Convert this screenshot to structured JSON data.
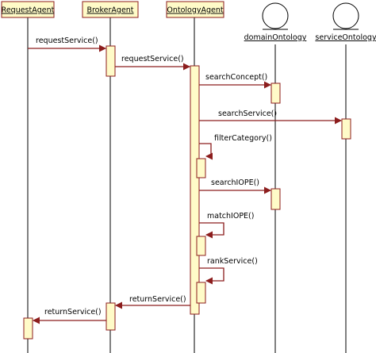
{
  "diagram": {
    "colors": {
      "lifeline": "#000000",
      "activation_fill": "#fffbc8",
      "activation_stroke": "#8c1d1d",
      "message": "#8c1d1d",
      "actor_box_fill": "#fffbc8",
      "actor_box_stroke": "#8c1d1d",
      "entity_fill": "#ffffff",
      "entity_stroke": "#000000",
      "text": "#000000"
    },
    "participants": [
      {
        "id": "request",
        "label": "RequestAgent",
        "kind": "box"
      },
      {
        "id": "broker",
        "label": "BrokerAgent",
        "kind": "box"
      },
      {
        "id": "ontology",
        "label": "OntologyAgent",
        "kind": "box"
      },
      {
        "id": "domain",
        "label": "domainOntology",
        "kind": "entity"
      },
      {
        "id": "service",
        "label": "serviceOntology",
        "kind": "entity"
      }
    ],
    "messages": [
      {
        "label": "requestService()",
        "from": "request",
        "to": "broker"
      },
      {
        "label": "requestService()",
        "from": "broker",
        "to": "ontology"
      },
      {
        "label": "searchConcept()",
        "from": "ontology",
        "to": "domain"
      },
      {
        "label": "searchService()",
        "from": "ontology",
        "to": "service"
      },
      {
        "label": "filterCategory()",
        "from": "ontology",
        "to": "ontology"
      },
      {
        "label": "searchIOPE()",
        "from": "ontology",
        "to": "domain"
      },
      {
        "label": "matchIOPE()",
        "from": "ontology",
        "to": "ontology"
      },
      {
        "label": "rankService()",
        "from": "ontology",
        "to": "ontology"
      },
      {
        "label": "returnService()",
        "from": "ontology",
        "to": "broker"
      },
      {
        "label": "returnService()",
        "from": "broker",
        "to": "request"
      }
    ]
  }
}
